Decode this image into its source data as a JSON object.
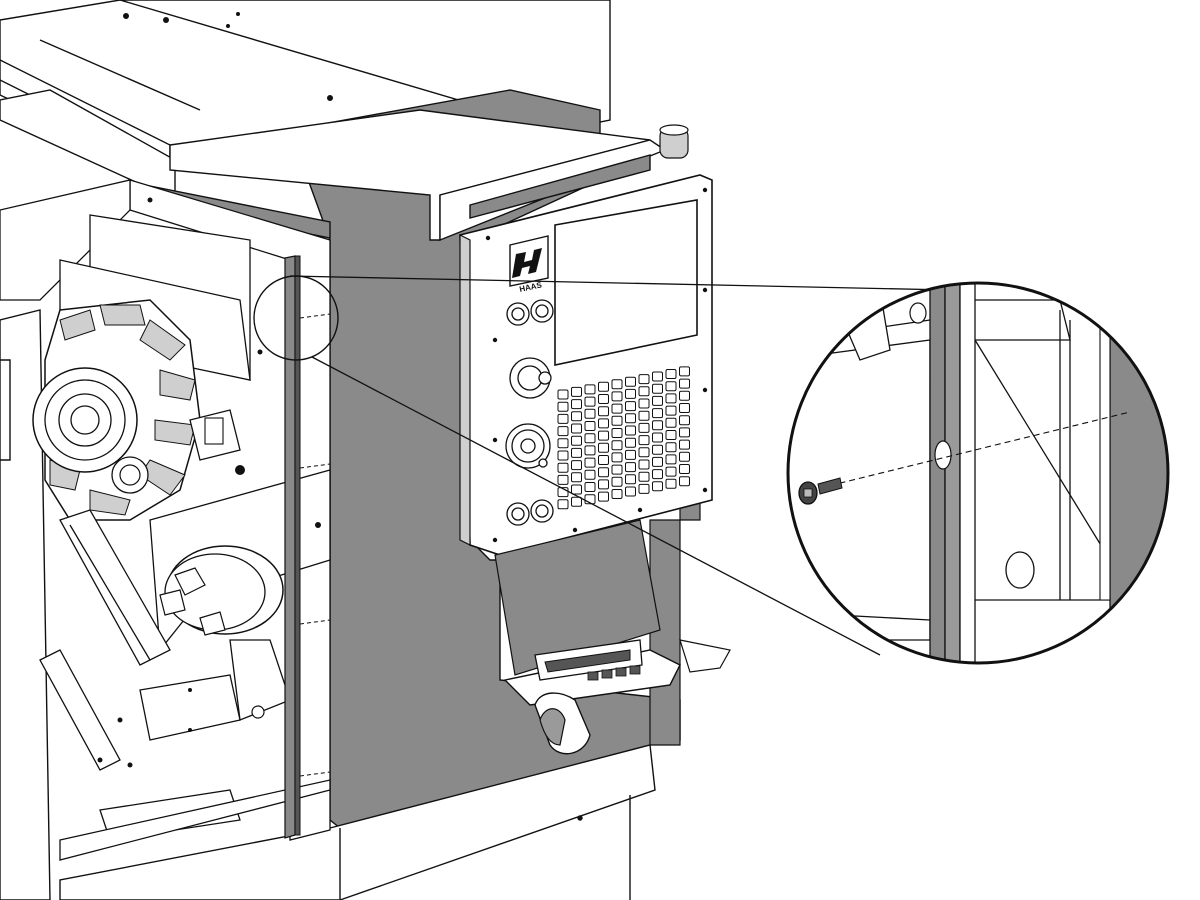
{
  "colors": {
    "panel_gray": "#8a8a8a",
    "line": "#111111",
    "fill_white": "#ffffff",
    "light_gray": "#cfcfcf",
    "mid_gray": "#9a9a9a",
    "dark_gray": "#555555"
  },
  "icons": {
    "logo": "haas-logo-icon",
    "screw": "screw-icon",
    "beacon": "beacon-light-icon"
  },
  "brand_text": "HAAS",
  "keypad": {
    "rows": 10,
    "cols": 10
  }
}
